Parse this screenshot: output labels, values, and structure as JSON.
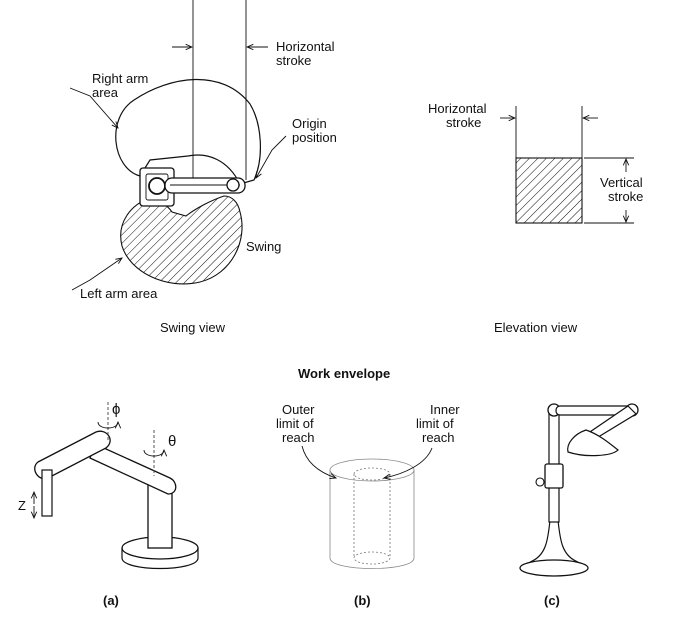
{
  "swing_view": {
    "horizontal_stroke": [
      "Horizontal",
      "stroke"
    ],
    "right_arm_area": [
      "Right arm",
      "area"
    ],
    "origin_position": [
      "Origin",
      "position"
    ],
    "swing": "Swing",
    "left_arm_area": "Left arm area",
    "caption": "Swing view"
  },
  "elevation_view": {
    "horizontal_stroke": [
      "Horizontal",
      "stroke"
    ],
    "vertical_stroke": [
      "Vertical",
      "stroke"
    ],
    "caption": "Elevation view"
  },
  "section_title": "Work envelope",
  "robot_a": {
    "phi": "ϕ",
    "theta": "θ",
    "z": "Z",
    "caption": "(a)"
  },
  "cylinder_b": {
    "outer_limit": [
      "Outer",
      "limit of",
      "reach"
    ],
    "inner_limit": [
      "Inner",
      "limit of",
      "reach"
    ],
    "caption": "(b)"
  },
  "robot_c": {
    "caption": "(c)"
  }
}
